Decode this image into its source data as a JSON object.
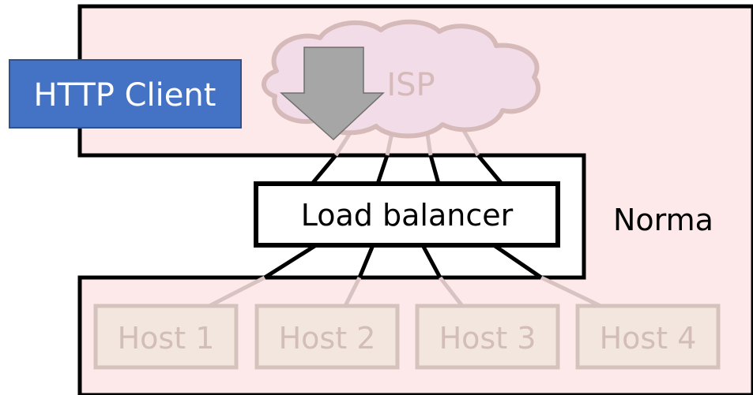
{
  "client": {
    "label": "HTTP Client"
  },
  "isp": {
    "label": "ISP"
  },
  "load_balancer": {
    "label": "Load balancer"
  },
  "network_label": "Norma",
  "hosts": [
    {
      "label": "Host 1"
    },
    {
      "label": "Host 2"
    },
    {
      "label": "Host 3"
    },
    {
      "label": "Host 4"
    }
  ],
  "colors": {
    "region_fill": "#fde9e9",
    "client_fill": "#4472c4",
    "client_text": "#ffffff",
    "cloud_fill": "#f1dce8",
    "cloud_stroke": "#d6baba",
    "arrow_fill": "#a6a6a6",
    "host_fill": "#f2e6df",
    "host_stroke": "#d6c2bc",
    "host_text": "#d2bdb7",
    "faded_line": "#d8c2c2",
    "line": "#000000"
  }
}
